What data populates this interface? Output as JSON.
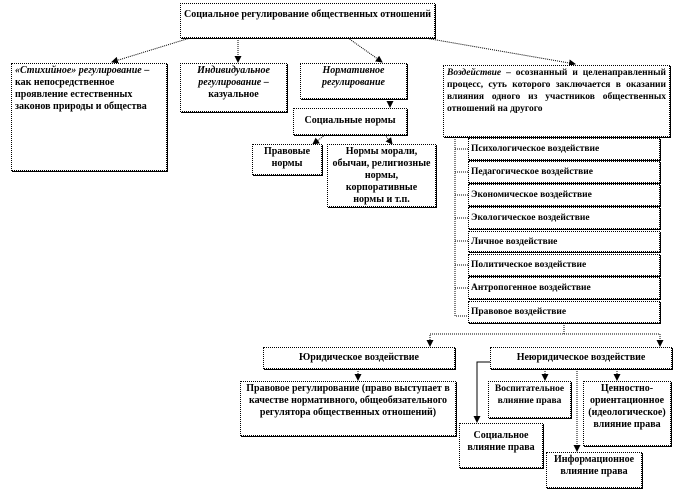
{
  "root": "Социальное регулирование общественных отношений",
  "spontaneous": {
    "term": "«Стихийное» регулирование",
    "rest": " – как непосредственное проявление естественных законов природы и общества"
  },
  "individual": {
    "term": "Индивидуальное регулирование",
    "rest": " – казуальное"
  },
  "normative": "Нормативное регулирование",
  "social_norms": "Социальные нормы",
  "legal_norms": "Правовые нормы",
  "other_norms": "Нормы морали, обычаи, религиозные нормы, корпоративные нормы и т.п.",
  "impact": {
    "term": "Воздействие",
    "rest": " – осознанный и целенаправленный процесс, суть которого заключается в оказании влияния одного из участников общественных отношений на другого"
  },
  "impact_types": [
    "Психологическое воздействие",
    "Педагогическое воздействие",
    "Экономическое воздействие",
    "Экологическое воздействие",
    "Личное воздействие",
    "Политическое воздействие",
    "Антропогенное воздействие",
    "Правовое воздействие"
  ],
  "juridical": "Юридическое воздействие",
  "nonjuridical": "Неюридическое воздействие",
  "legal_regulation": "Правовое регулирование (право выступает в качестве нормативного, общеобязательного регулятора общественных отношений)",
  "educational": "Воспитательное влияние права",
  "value": "Ценностно-ориентационное (идеологическое) влияние права",
  "social_influence": "Социальное влияние права",
  "informational": "Информационное влияние права"
}
